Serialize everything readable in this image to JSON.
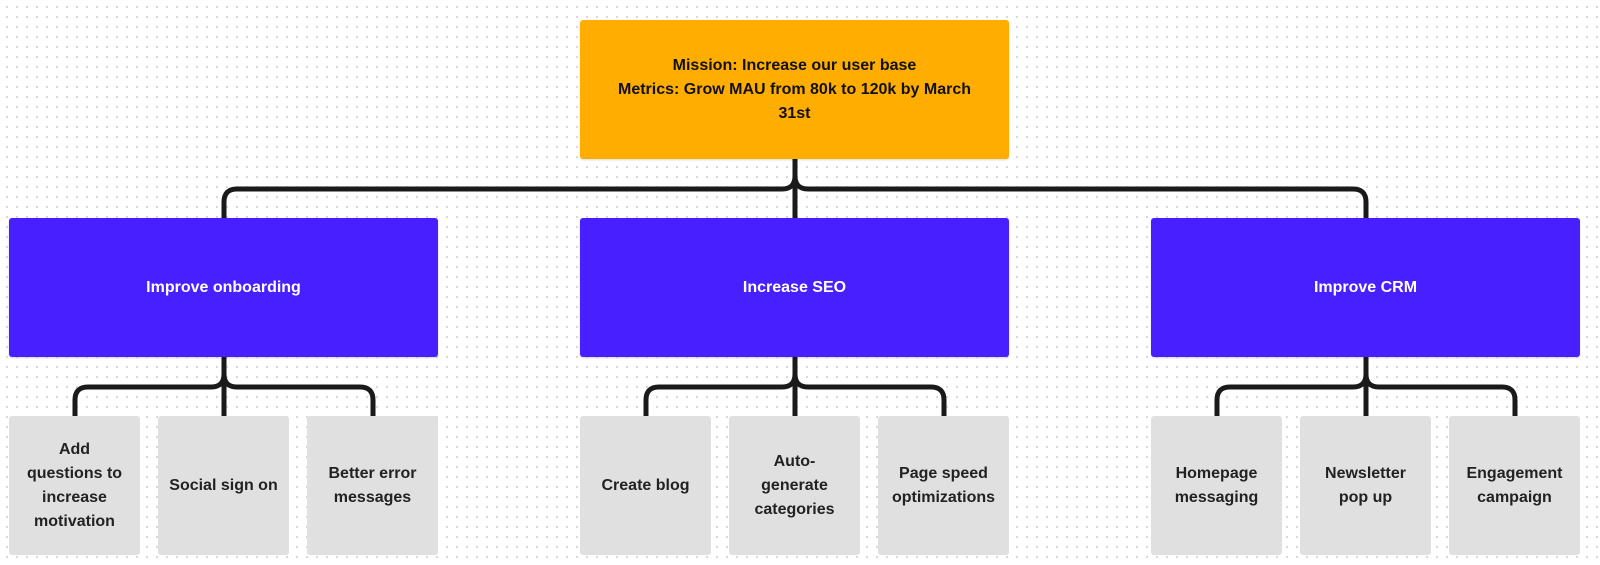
{
  "mission": {
    "text": "Mission: Increase our user base\nMetrics: Grow MAU from 80k to 120k by March\n31st",
    "color": "#ffad00"
  },
  "goals": [
    {
      "label": "Improve onboarding",
      "color": "#4820ff",
      "tasks": [
        "Add\nquestions to\nincrease\nmotivation",
        "Social sign on",
        "Better error\nmessages"
      ]
    },
    {
      "label": "Increase SEO",
      "color": "#4820ff",
      "tasks": [
        "Create blog",
        "Auto-\ngenerate\ncategories",
        "Page speed\noptimizations"
      ]
    },
    {
      "label": "Improve CRM",
      "color": "#4820ff",
      "tasks": [
        "Homepage\nmessaging",
        "Newsletter\npop up",
        "Engagement\ncampaign"
      ]
    }
  ],
  "task_color": "#e0e0e0",
  "connector_color": "#1a1a1a"
}
